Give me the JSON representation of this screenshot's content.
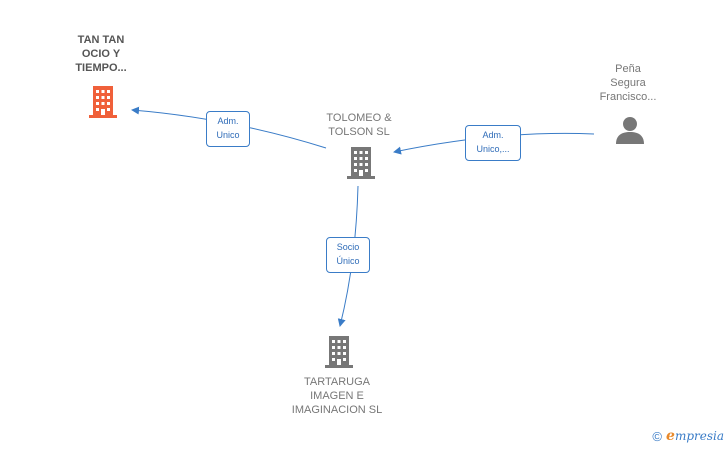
{
  "nodes": {
    "tantan": {
      "lines": [
        "TAN TAN",
        "OCIO Y",
        "TIEMPO..."
      ]
    },
    "tolomeo": {
      "lines": [
        "TOLOMEO &",
        "TOLSON  SL"
      ]
    },
    "pena": {
      "lines": [
        "Peña",
        "Segura",
        "Francisco..."
      ]
    },
    "tartaruga": {
      "lines": [
        "TARTARUGA",
        "IMAGEN E",
        "IMAGINACION SL"
      ]
    }
  },
  "edges": {
    "adm_unico_left": {
      "lines": [
        "Adm.",
        "Unico"
      ]
    },
    "adm_unico_right": {
      "lines": [
        "Adm.",
        "Unico,..."
      ]
    },
    "socio_unico": {
      "lines": [
        "Socio",
        "Único"
      ]
    }
  },
  "footer": {
    "copyright": "©",
    "brand_initial": "e",
    "brand_rest": "mpresia"
  },
  "colors": {
    "edge": "#3a7cc7",
    "company_focus": "#f0603a",
    "company": "#777777",
    "person": "#777777"
  }
}
